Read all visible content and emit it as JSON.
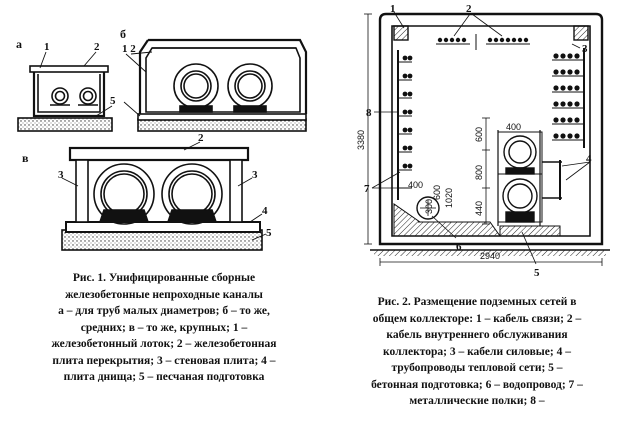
{
  "fig1": {
    "panel_a": "а",
    "panel_b": "б",
    "panel_v": "в",
    "callouts": {
      "n1": "1",
      "n2": "2",
      "n3": "3",
      "n4": "4",
      "n5": "5",
      "n12": "1 2"
    }
  },
  "fig2": {
    "callouts": {
      "n1": "1",
      "n2": "2",
      "n3": "3",
      "n4": "4",
      "n5": "5",
      "n6": "6",
      "n7": "7",
      "n8": "8"
    },
    "dims": {
      "height": "3380",
      "width": "2940",
      "d600a": "600",
      "d800": "800",
      "d440": "440",
      "d400a": "400",
      "d400b": "400",
      "d300": "300",
      "d600b": "600",
      "d1020": "1020"
    }
  },
  "caption1": [
    "Рис. 1. Унифицированные сборные",
    "железобетонные непроходные каналы",
    "а – для труб малых диаметров; б – то же,",
    "средних; в – то же, крупных; 1 –",
    "железобетонный лоток; 2 – железобетонная",
    "плита перекрытия; 3 – стеновая плита; 4 –",
    "плита днища; 5 – песчаная подготовка"
  ],
  "caption2": [
    "Рис. 2. Размещение подземных сетей в",
    "общем коллекторе:  1 – кабель связи; 2 –",
    "кабель внутреннего обслуживания",
    "коллектора; 3 – кабели силовые; 4 –",
    "трубопроводы тепловой сети; 5 –",
    "бетонная подготовка; 6 – водопровод; 7 –",
    "металлические полки; 8 –"
  ]
}
